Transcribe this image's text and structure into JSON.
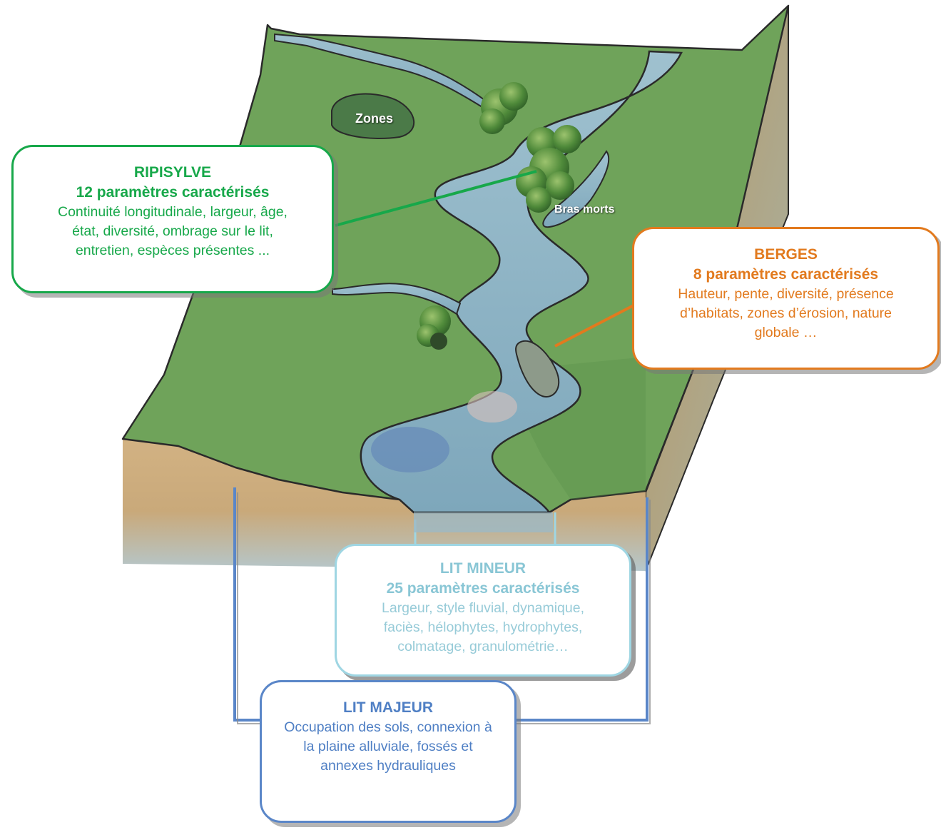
{
  "labels": {
    "zones": "Zones",
    "bras_morts": "Bras morts"
  },
  "ripisylve": {
    "title": "RIPISYLVE",
    "subtitle": "12 paramètres caractérisés",
    "lines": [
      "Continuité longitudinale, largeur, âge,",
      "état, diversité, ombrage sur le lit,",
      "entretien, espèces présentes ..."
    ]
  },
  "berges": {
    "title": "BERGES",
    "subtitle": "8 paramètres caractérisés",
    "lines": [
      "Hauteur, pente, diversité, présence",
      "d’habitats, zones d’érosion, nature",
      "globale …"
    ]
  },
  "lit_mineur": {
    "title": "LIT MINEUR",
    "subtitle": "25 paramètres caractérisés",
    "lines": [
      "Largeur, style fluvial, dynamique,",
      "faciès, hélophytes, hydrophytes,",
      "colmatage, granulométrie…"
    ]
  },
  "lit_majeur": {
    "title": "LIT MAJEUR",
    "lines": [
      "Occupation des sols, connexion à",
      "la plaine alluviale, fossés et",
      "annexes hydrauliques"
    ]
  },
  "colors": {
    "ripisylve": "#17a84a",
    "berges": "#e27a1e",
    "lit_mineur": "#9fd6e3",
    "lit_majeur": "#5a86c8",
    "grass": "#6fa35a",
    "water": "#8fb5c6",
    "soil": "#c9a97a"
  }
}
